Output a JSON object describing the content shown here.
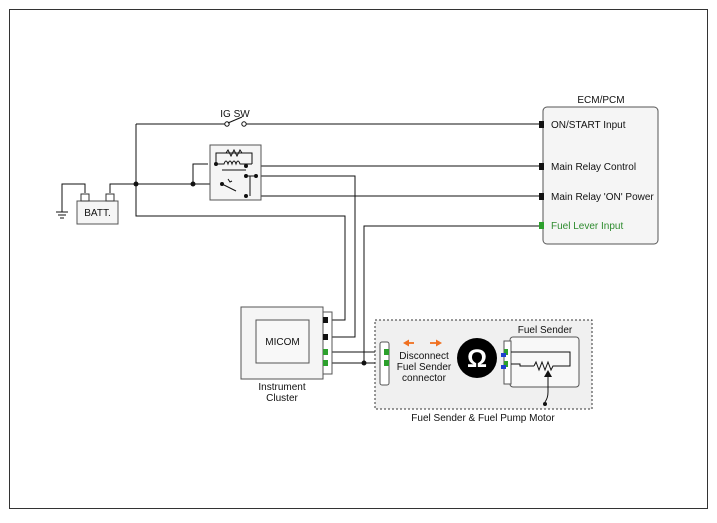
{
  "labels": {
    "ig_switch": "IG SW",
    "battery": "BATT.",
    "ecm": "ECM/PCM",
    "micom": "MICOM",
    "cluster_line1": "Instrument",
    "cluster_line2": "Cluster",
    "sender_box": "Fuel Sender",
    "module": "Fuel Sender & Fuel Pump Motor",
    "disconnect_line1": "Disconnect",
    "disconnect_line2": "Fuel Sender",
    "disconnect_line3": "connector",
    "ohm_symbol": "Ω"
  },
  "ecm_pins": [
    "ON/START Input",
    "Main Relay Control",
    "Main Relay 'ON' Power",
    "Fuel Lever Input"
  ],
  "colors": {
    "line": "#111111",
    "fuel_input_text": "#2e8b2e",
    "pin_green": "#2ca02c",
    "pin_blue": "#1f3fcf",
    "arrow_orange": "#f07020",
    "box_fill": "#f5f5f5",
    "module_fill": "#f0f0f0",
    "meter_fill": "#000000"
  }
}
